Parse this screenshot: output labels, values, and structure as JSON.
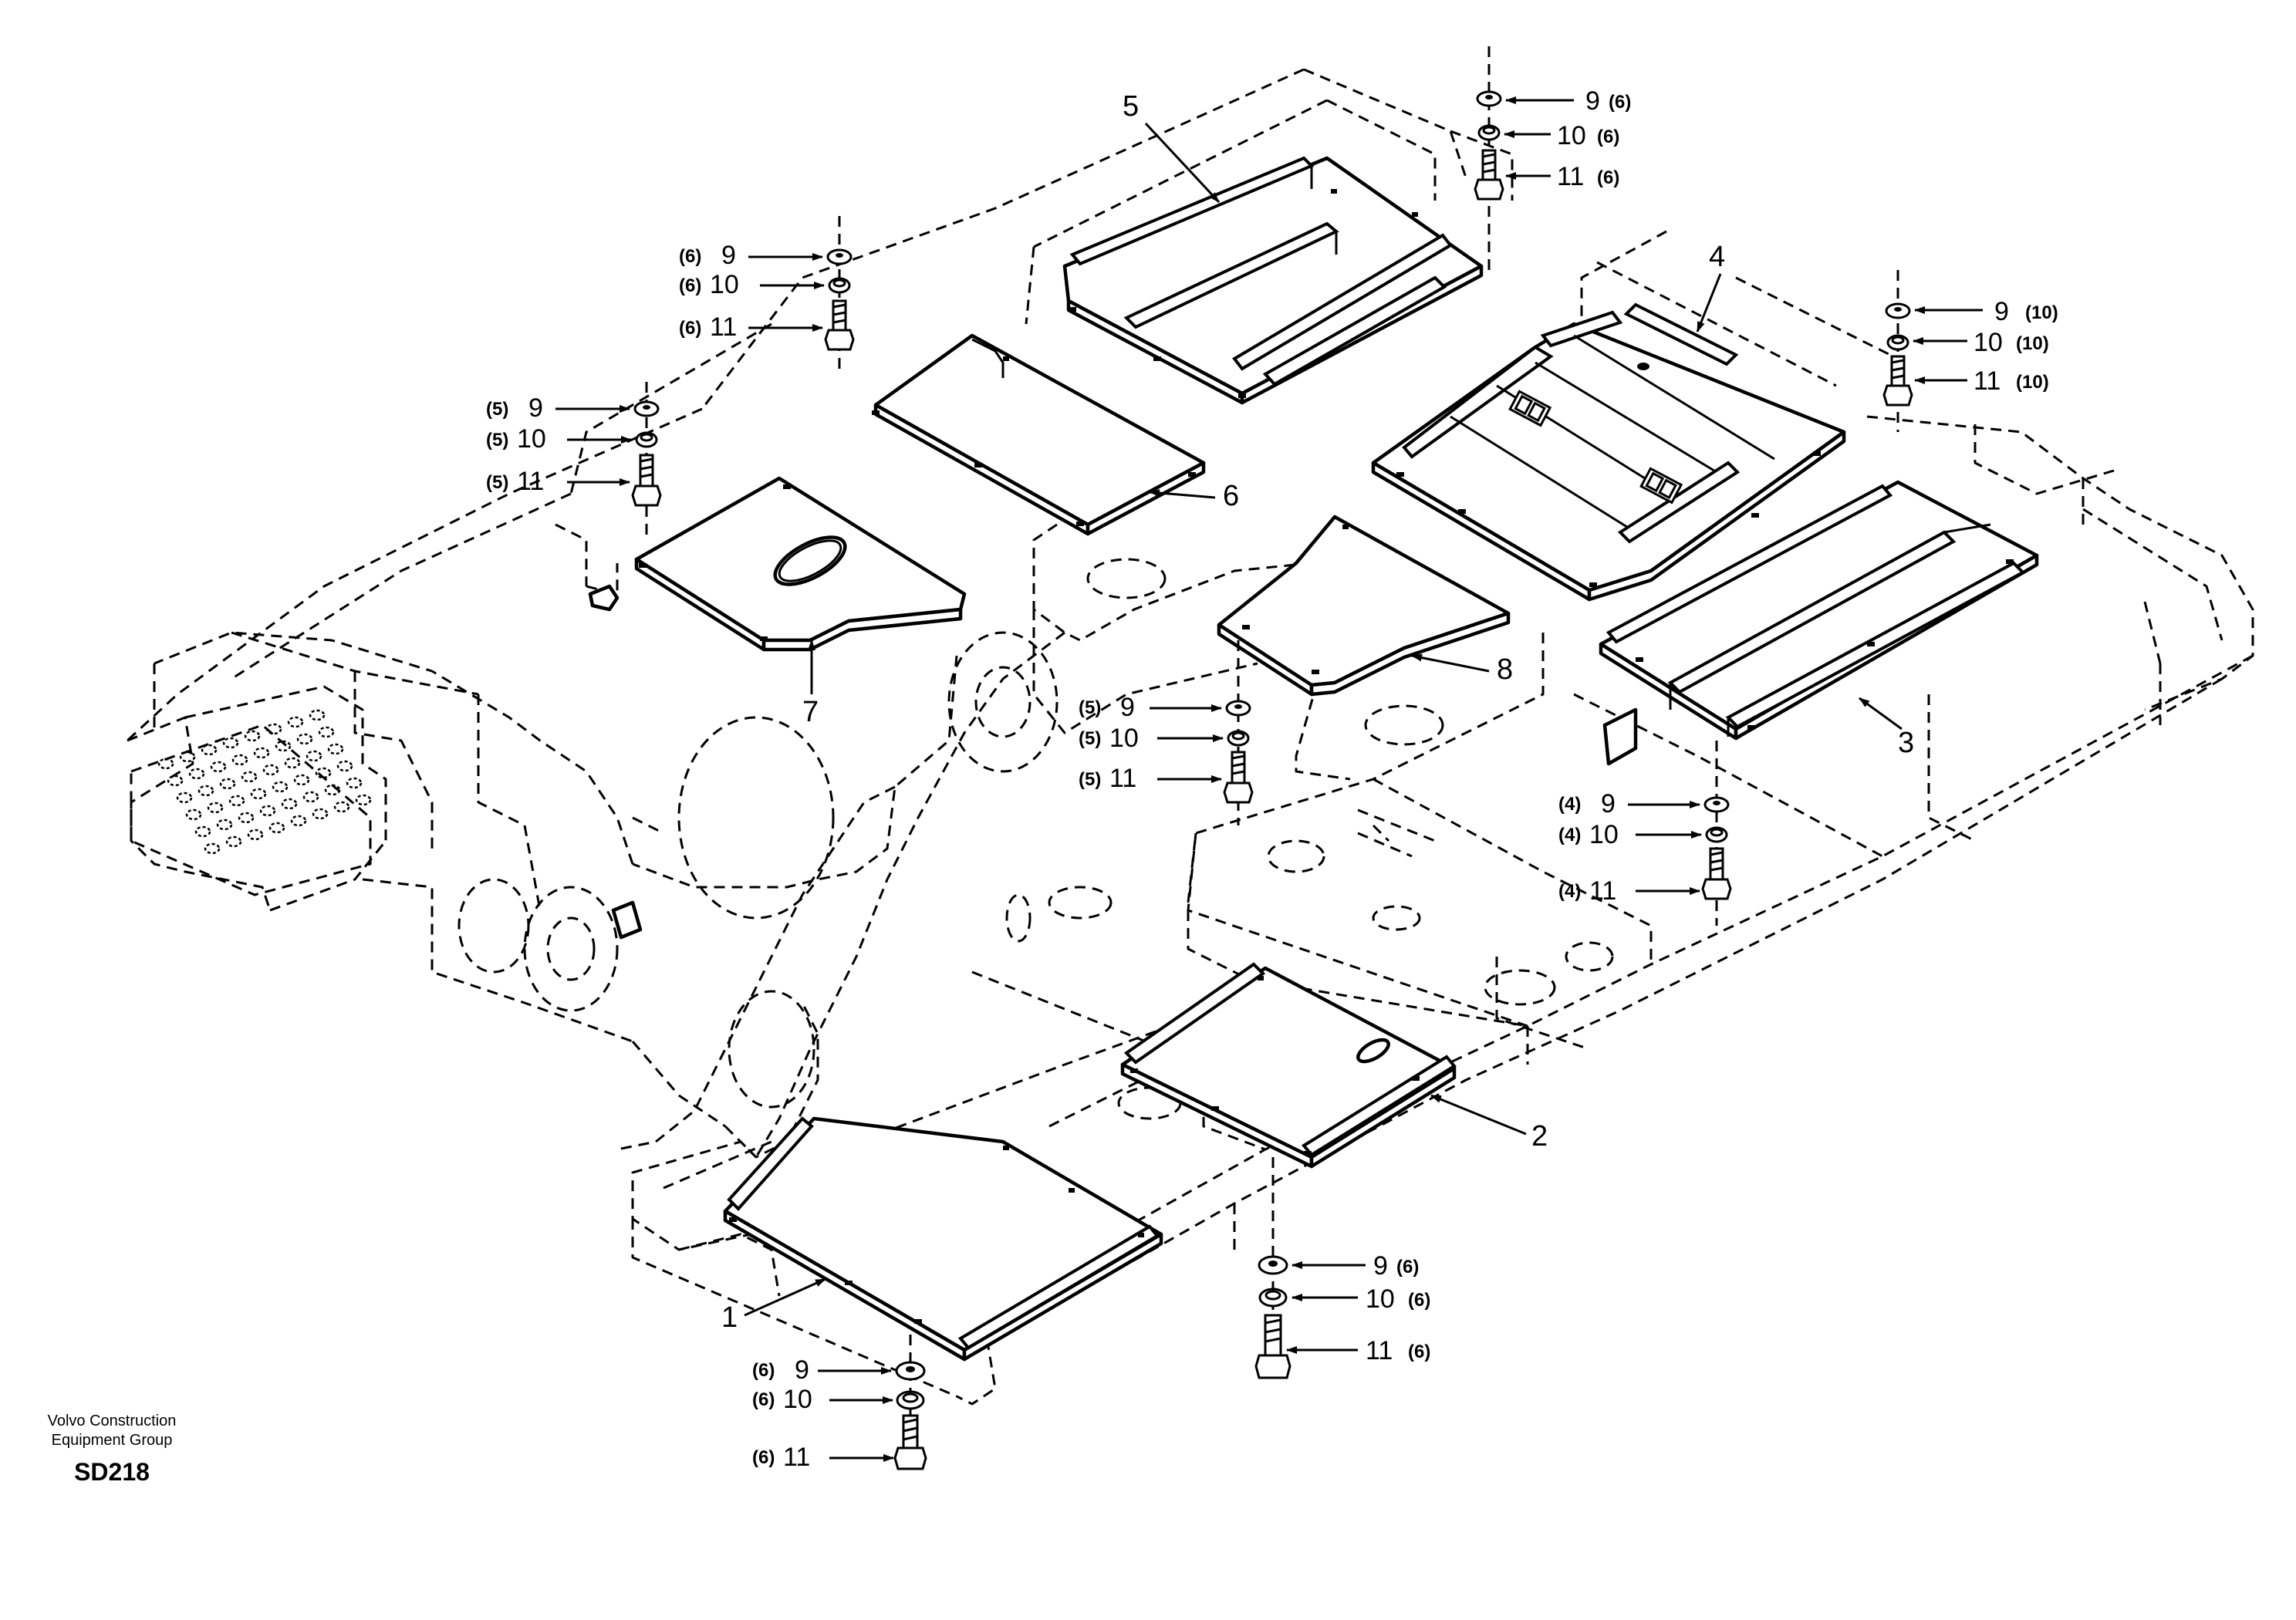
{
  "callouts": {
    "part_1": "1",
    "part_2": "2",
    "part_3": "3",
    "part_4": "4",
    "part_5": "5",
    "part_6": "6",
    "part_7": "7",
    "part_8": "8"
  },
  "hardware": {
    "g1": {
      "washer": "9",
      "washer_qty": "(6)",
      "lockwasher": "10",
      "lockwasher_qty": "(6)",
      "bolt": "11",
      "bolt_qty": "(6)"
    },
    "g2": {
      "washer": "9",
      "washer_qty": "(10)",
      "lockwasher": "10",
      "lockwasher_qty": "(10)",
      "bolt": "11",
      "bolt_qty": "(10)"
    },
    "g3": {
      "washer": "9",
      "washer_qty": "(6)",
      "lockwasher": "10",
      "lockwasher_qty": "(6)",
      "bolt": "11",
      "bolt_qty": "(6)"
    },
    "g4": {
      "washer": "9",
      "washer_qty": "(5)",
      "lockwasher": "10",
      "lockwasher_qty": "(5)",
      "bolt": "11",
      "bolt_qty": "(5)"
    },
    "g5": {
      "washer": "9",
      "washer_qty": "(5)",
      "lockwasher": "10",
      "lockwasher_qty": "(5)",
      "bolt": "11",
      "bolt_qty": "(5)"
    },
    "g6": {
      "washer": "9",
      "washer_qty": "(4)",
      "lockwasher": "10",
      "lockwasher_qty": "(4)",
      "bolt": "11",
      "bolt_qty": "(4)"
    },
    "g7": {
      "washer": "9",
      "washer_qty": "(6)",
      "lockwasher": "10",
      "lockwasher_qty": "(6)",
      "bolt": "11",
      "bolt_qty": "(6)"
    },
    "g8": {
      "washer": "9",
      "washer_qty": "(6)",
      "lockwasher": "10",
      "lockwasher_qty": "(6)",
      "bolt": "11",
      "bolt_qty": "(6)"
    }
  },
  "footer": {
    "org_line1": "Volvo Construction",
    "org_line2": "Equipment Group",
    "drawing_code": "SD218"
  }
}
